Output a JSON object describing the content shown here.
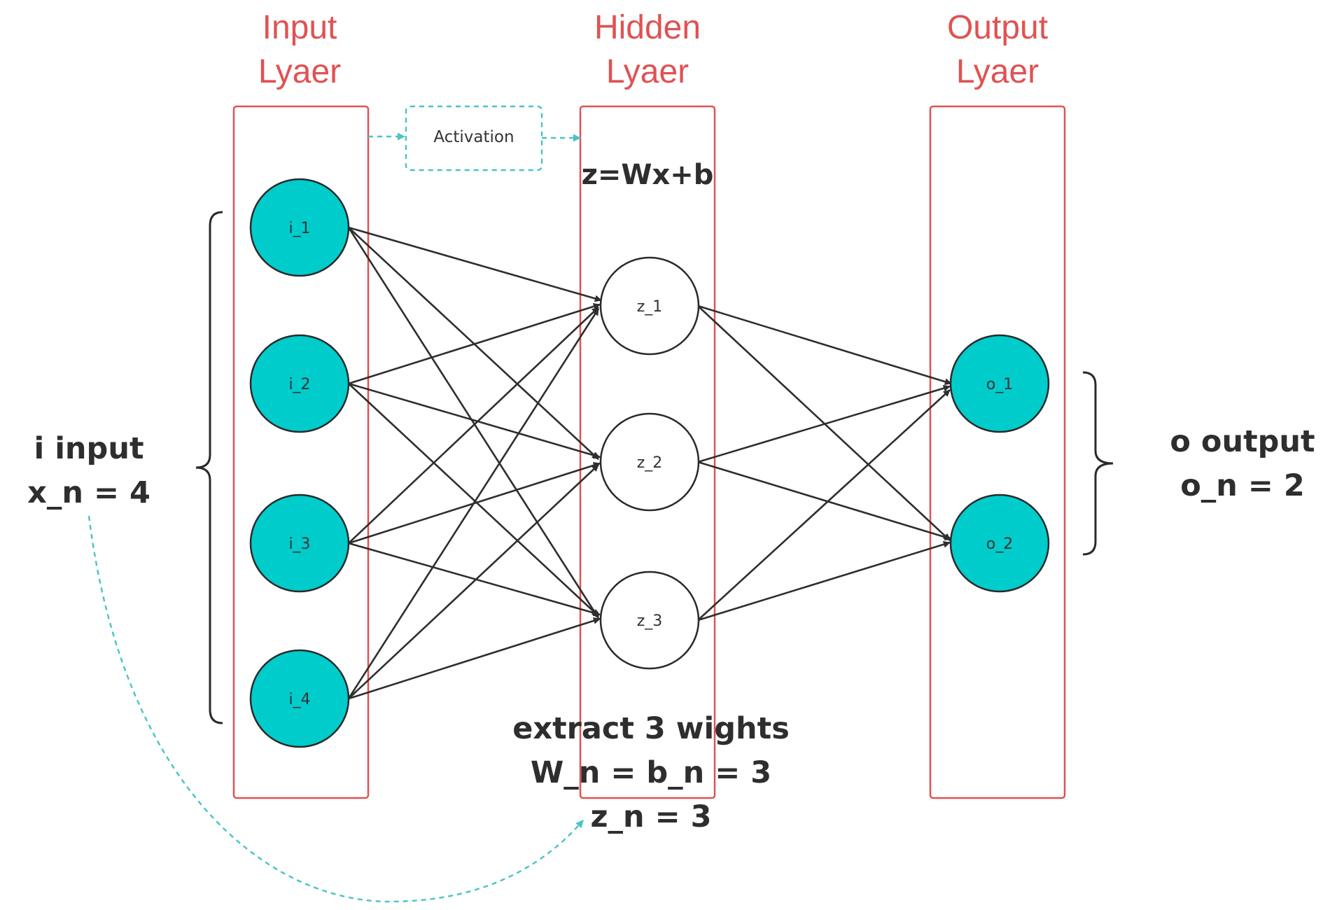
{
  "layers": {
    "input": {
      "title_line1": "Input",
      "title_line2": "Lyaer"
    },
    "hidden": {
      "title_line1": "Hidden",
      "title_line2": "Lyaer"
    },
    "output": {
      "title_line1": "Output",
      "title_line2": "Lyaer"
    }
  },
  "activation": {
    "label": "Activation"
  },
  "formula": {
    "text": "z=Wx+b"
  },
  "nodes": {
    "input": [
      "i_1",
      "i_2",
      "i_3",
      "i_4"
    ],
    "hidden": [
      "z_1",
      "z_2",
      "z_3"
    ],
    "output": [
      "o_1",
      "o_2"
    ]
  },
  "annotations": {
    "input": {
      "line1": "i input",
      "line2": "x_n = 4"
    },
    "output": {
      "line1": "o output",
      "line2": "o_n = 2"
    },
    "hidden": {
      "line1": "extract 3 wights",
      "line2": "W_n = b_n = 3",
      "line3": "z_n = 3"
    }
  },
  "colors": {
    "layer_accent": "#e05253",
    "node_fill": "#00cccc",
    "dashed_accent": "#48c4c4",
    "edge": "#2e2e2e"
  }
}
